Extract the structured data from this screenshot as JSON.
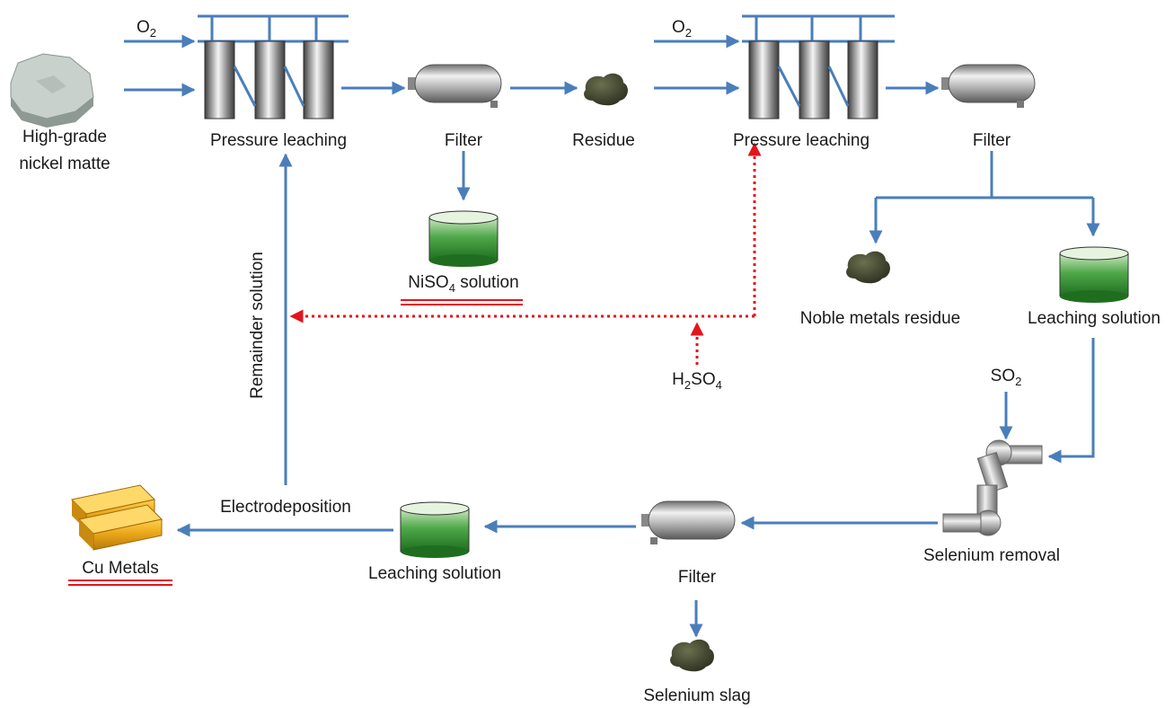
{
  "labels": {
    "feed_line1": "High-grade",
    "feed_line2": "nickel matte",
    "o2_first": "O",
    "o2_first_sub": "2",
    "o2_second": "O",
    "o2_second_sub": "2",
    "pressure_leaching_1": "Pressure leaching",
    "filter_1": "Filter",
    "residue": "Residue",
    "pressure_leaching_2": "Pressure leaching",
    "filter_2": "Filter",
    "niso4_pre": "NiSO",
    "niso4_sub": "4",
    "niso4_post": " solution",
    "remainder_solution": "Remainder solution",
    "noble_metals_residue": "Noble metals residue",
    "leaching_solution_1": "Leaching solution",
    "h2so4_h": "H",
    "h2so4_sub1": "2",
    "h2so4_so": "SO",
    "h2so4_sub2": "4",
    "so2_main": "SO",
    "so2_sub": "2",
    "selenium_removal": "Selenium removal",
    "electrodeposition": "Electrodeposition",
    "leaching_solution_2": "Leaching solution",
    "filter_3": "Filter",
    "cu_metals": "Cu Metals",
    "selenium_slag": "Selenium slag"
  },
  "colors": {
    "flow_arrow": "#4a7ebb",
    "recycle_arrow": "#e3141c",
    "product_underline": "#e3141c",
    "tank_liquid": "#2e8b2e",
    "residue": "#3a3f2a",
    "copper": "#e8a317",
    "ore": "#a9b3ae"
  },
  "icons": [
    "ore-rock-icon",
    "pressure-leaching-reactor-icon",
    "filter-vessel-icon",
    "residue-pile-icon",
    "solution-tank-icon",
    "selenium-removal-pipe-icon",
    "copper-bars-icon"
  ]
}
